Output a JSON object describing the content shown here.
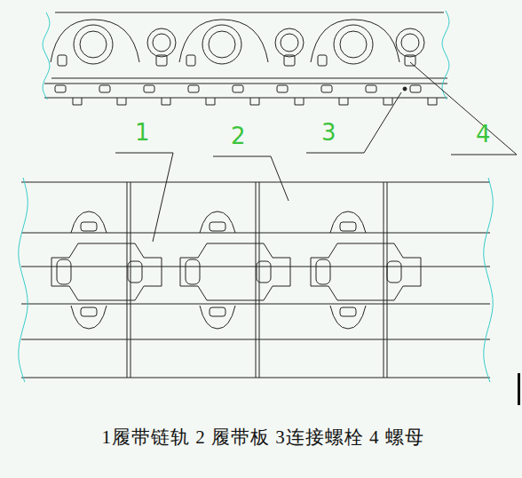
{
  "diagram": {
    "caption": "1履带链轨 2 履带板 3连接螺栓 4 螺母",
    "labels": [
      "1",
      "2",
      "3",
      "4"
    ]
  }
}
